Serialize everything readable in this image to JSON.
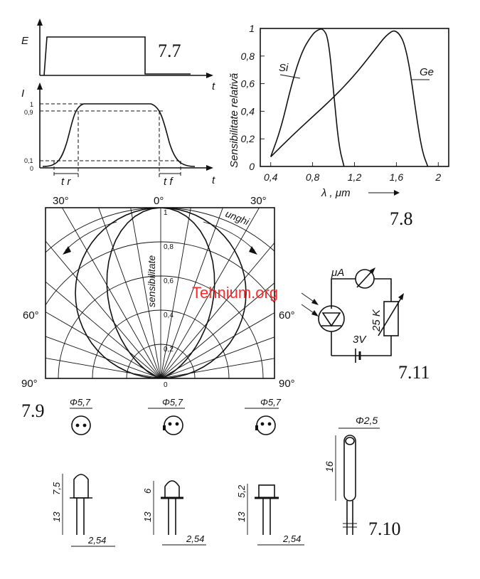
{
  "figures": {
    "f77": "7.7",
    "f78": "7.8",
    "f79": "7.9",
    "f710": "7.10",
    "f711": "7.11"
  },
  "fig77": {
    "e_axis": "E",
    "t_axis": "t",
    "i_axis": "I",
    "tick_1": "1",
    "tick_09": "0,9",
    "tick_01": "0,1",
    "tick_0": "0",
    "tr_label": "t r",
    "tf_label": "t f"
  },
  "fig78": {
    "ylabel": "Sensibilitate relativă",
    "xlabel": "λ , μm",
    "yticks": [
      "0",
      "0,2",
      "0,4",
      "0,6",
      "0,8",
      "1"
    ],
    "xticks": [
      "0,4",
      "0,8",
      "1,2",
      "1,6",
      "2"
    ],
    "series": [
      {
        "name": "Si",
        "color": "#111111"
      },
      {
        "name": "Ge",
        "color": "#111111"
      }
    ]
  },
  "polar": {
    "angle_left_30": "30°",
    "angle_top_0": "0°",
    "angle_right_30": "30°",
    "angle_left_60": "60°",
    "angle_right_60": "60°",
    "angle_left_90": "90°",
    "angle_right_90": "90°",
    "unghi": "unghi",
    "sensibilitate": "sensibilitate",
    "radial_ticks": [
      "1",
      "0,8",
      "0,6",
      "0,4",
      "0,2",
      "0"
    ]
  },
  "watermark": "Tehnium.org",
  "circuit": {
    "meter": "μA",
    "resistor": "25 K",
    "battery": "3V"
  },
  "packages": {
    "d1": "Φ5,7",
    "d2": "Φ5,7",
    "d3": "Φ5,7",
    "h1": "7,5",
    "h2": "6",
    "h3": "5,2",
    "lead": "13",
    "pitch": "2,54",
    "p710_d": "Φ2,5",
    "p710_h": "16"
  },
  "chart_data": [
    {
      "type": "line",
      "title": "",
      "xlabel": "λ , μm",
      "ylabel": "Sensibilitate relativă",
      "xlim": [
        0.3,
        2.1
      ],
      "ylim": [
        0,
        1
      ],
      "xticks": [
        0.4,
        0.8,
        1.2,
        1.6,
        2.0
      ],
      "yticks": [
        0,
        0.2,
        0.4,
        0.6,
        0.8,
        1.0
      ],
      "grid": false,
      "series": [
        {
          "name": "Si",
          "x": [
            0.4,
            0.5,
            0.6,
            0.7,
            0.8,
            0.85,
            0.9,
            0.95,
            1.0,
            1.05,
            1.1
          ],
          "y": [
            0.07,
            0.28,
            0.6,
            0.84,
            0.96,
            0.99,
            1.0,
            0.93,
            0.55,
            0.15,
            0.0
          ]
        },
        {
          "name": "Ge",
          "x": [
            0.4,
            0.6,
            0.8,
            1.0,
            1.2,
            1.4,
            1.5,
            1.6,
            1.7,
            1.8,
            1.85,
            1.9
          ],
          "y": [
            0.07,
            0.22,
            0.36,
            0.5,
            0.66,
            0.85,
            0.95,
            1.0,
            0.86,
            0.32,
            0.1,
            0.0
          ]
        }
      ]
    }
  ]
}
